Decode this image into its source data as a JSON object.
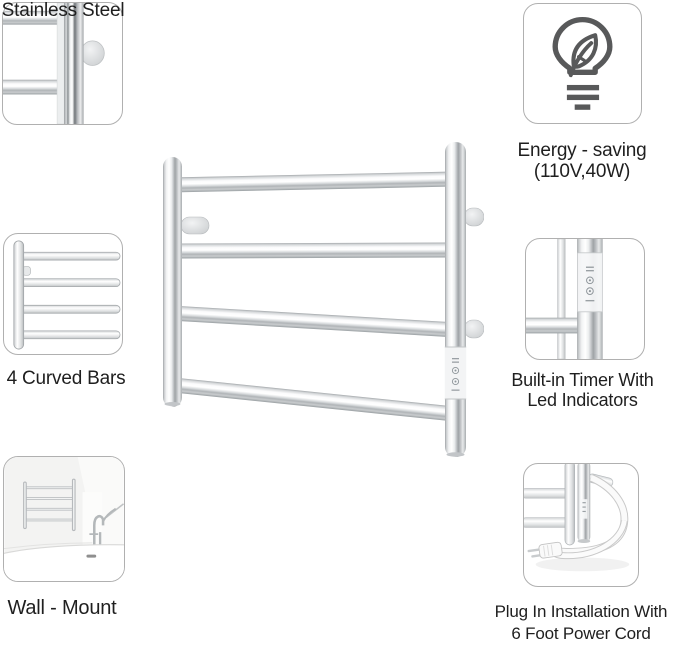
{
  "features": {
    "stainless_steel": {
      "label": "Stainless Steel"
    },
    "energy_saving": {
      "line1": "Energy - saving",
      "line2": "(110V,40W)"
    },
    "curved_bars": {
      "label": "4 Curved Bars"
    },
    "timer": {
      "line1": "Built-in Timer With",
      "line2": "Led Indicators"
    },
    "wall_mount": {
      "label": "Wall - Mount"
    },
    "plug_in": {
      "line1": "Plug In Installation With",
      "line2": "6 Foot Power Cord"
    }
  },
  "icons": {
    "energy_saving": "lightbulb-leaf-icon"
  },
  "colors": {
    "background": "#ffffff",
    "text": "#1f1f1f",
    "thumbnail_border": "#b0b0b0",
    "icon_stroke": "#58595a",
    "chrome_highlight": "#ffffff",
    "chrome_mid": "#d6d9db",
    "chrome_dark": "#9fa3a6"
  }
}
